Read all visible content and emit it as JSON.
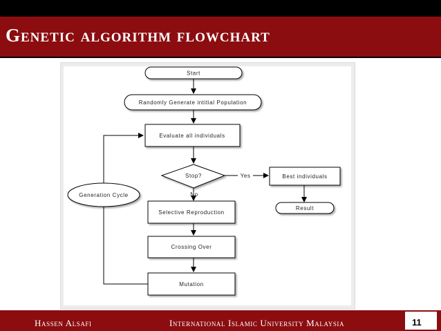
{
  "slide": {
    "title": "Genetic algorithm flowchart",
    "footer_author": "Hassen Alsafi",
    "footer_org": "International Islamic University Malaysia",
    "page_number": "11"
  },
  "colors": {
    "brand_red": "#8b0d10",
    "top_bar": "#000000",
    "node_fill": "#ffffff",
    "line": "#000000"
  },
  "flowchart": {
    "nodes": {
      "start": "Start",
      "generate": "Randomly Generate intitial Population",
      "evaluate": "Evaluate all individuals",
      "stop": "Stop?",
      "best": "Best individuals",
      "result": "Result",
      "cycle": "Generation Cycle",
      "selective": "Selective Reproduction",
      "crossing": "Crossing Over",
      "mutation": "Mutation"
    },
    "edge_labels": {
      "yes": "Yes",
      "no": "No"
    }
  }
}
